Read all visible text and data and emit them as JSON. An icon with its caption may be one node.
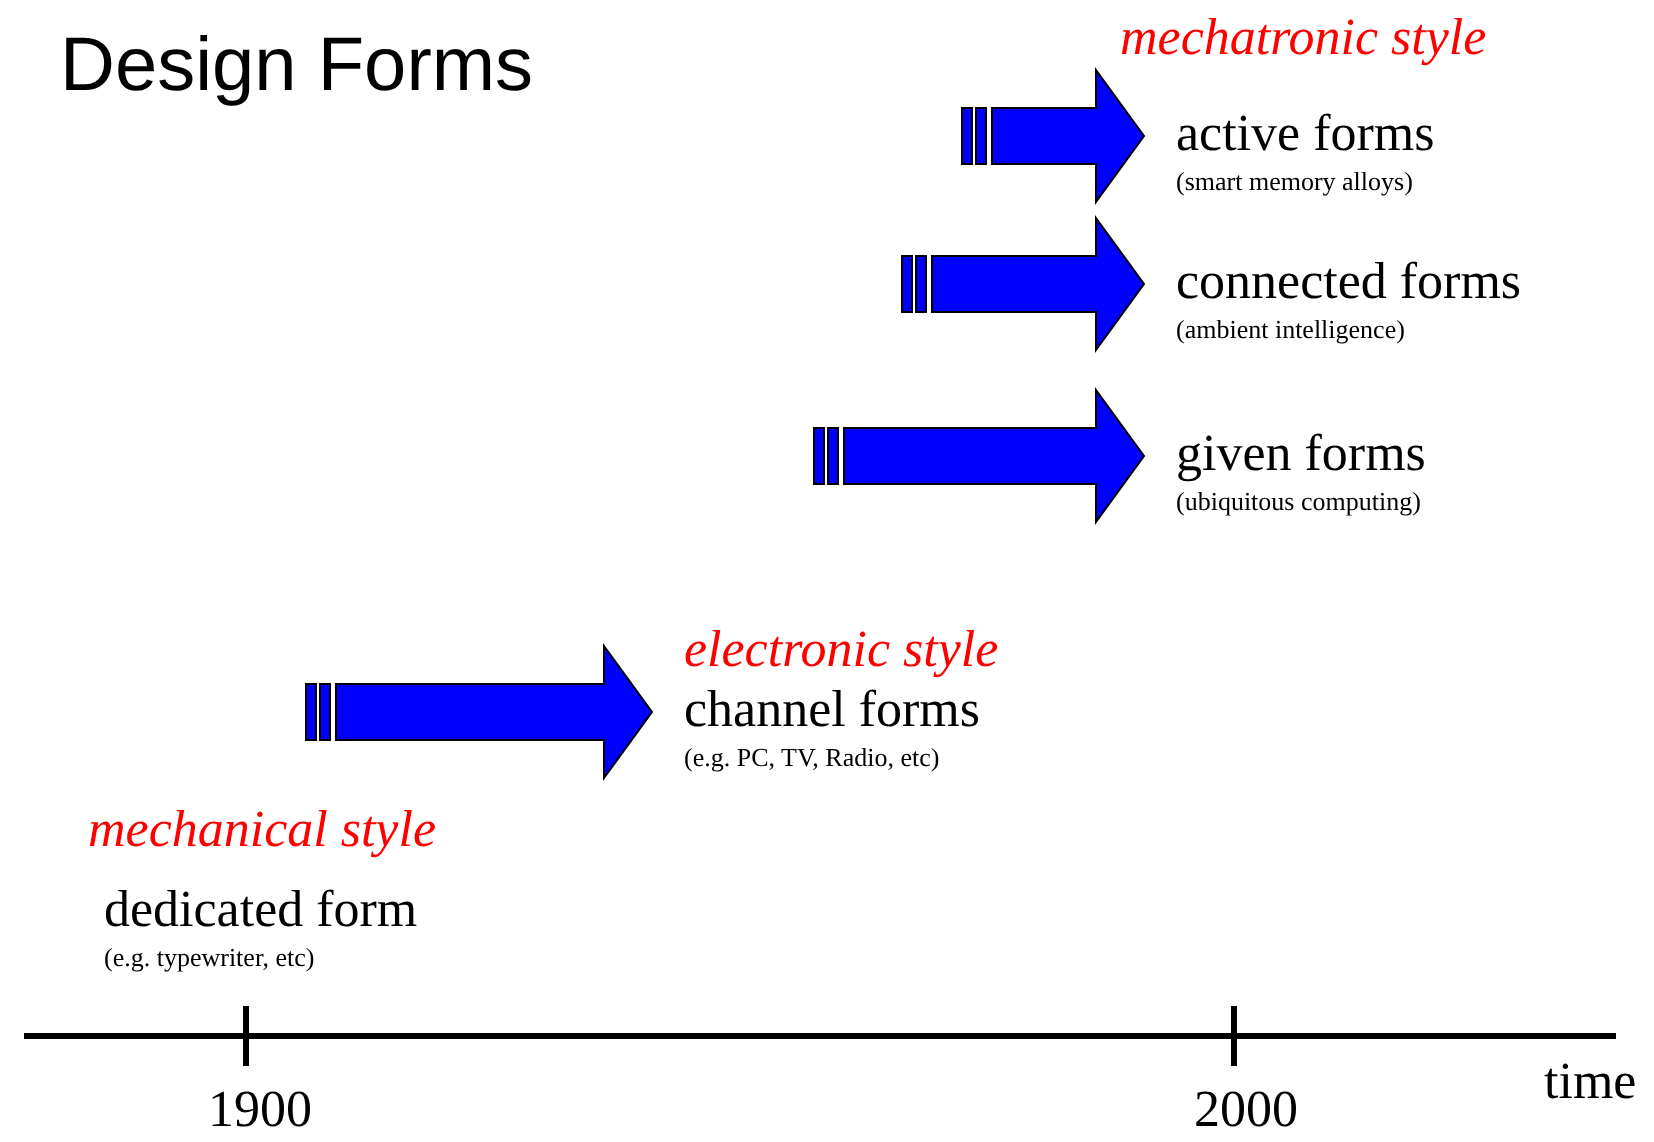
{
  "diagram": {
    "title": "Design Forms",
    "nodes": [
      {
        "text": [
          "active forms",
          "(smart memory alloys)"
        ]
      },
      {
        "text": [
          "connected forms",
          "(ambient intelligence)"
        ]
      },
      {
        "text": [
          "given forms",
          "(ubiquitous computing)"
        ]
      },
      {
        "text": [
          "channel forms",
          "(e.g. PC, TV, Radio, etc)"
        ]
      },
      {
        "text": [
          "dedicated form",
          "(e.g. typewriter, etc)"
        ]
      }
    ],
    "edges": [
      {
        "from": null,
        "to": 0,
        "arrow": "to"
      },
      {
        "from": null,
        "to": 1,
        "arrow": "to"
      },
      {
        "from": null,
        "to": 2,
        "arrow": "to"
      },
      {
        "from": null,
        "to": 3,
        "arrow": "to"
      }
    ],
    "labels": [
      "mechatronic style",
      "electronic style",
      "mechanical style",
      "time",
      "1900",
      "2000"
    ]
  }
}
